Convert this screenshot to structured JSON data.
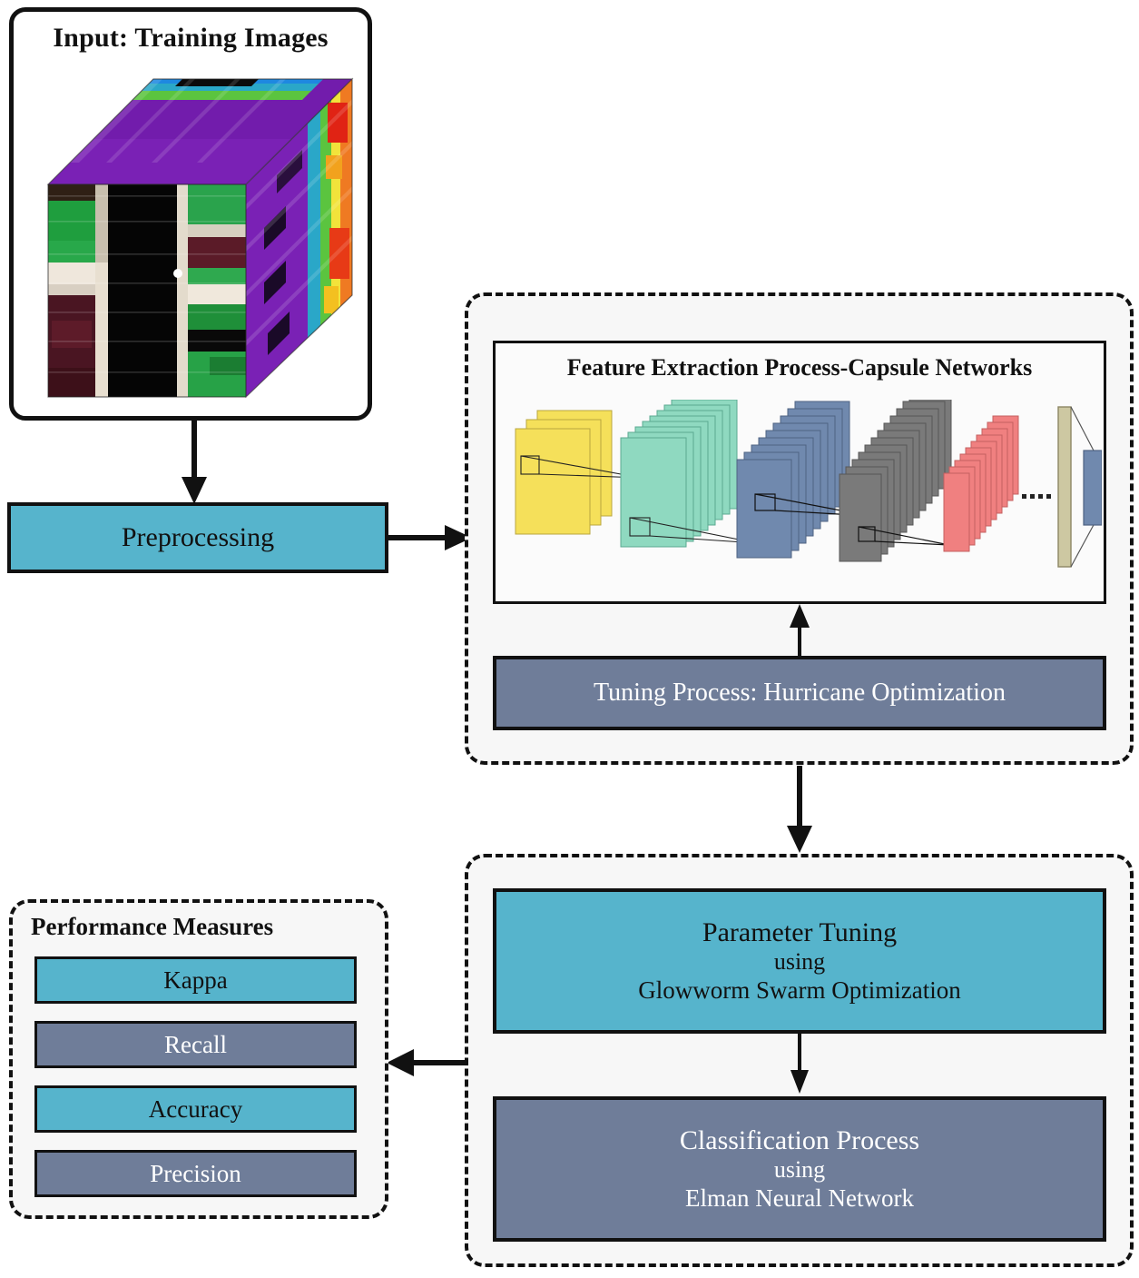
{
  "input": {
    "title": "Input: Training Images",
    "image_name": "hyperspectral-data-cube"
  },
  "preprocessing": {
    "label": "Preprocessing"
  },
  "feature_extraction": {
    "title": "Feature Extraction Process-Capsule Networks",
    "dots": "••••",
    "layers": [
      {
        "name": "input-layer-stack",
        "color": "#f5e05a",
        "count": 3
      },
      {
        "name": "conv-layer-stack",
        "color": "#8fd9c0",
        "count": 8
      },
      {
        "name": "primary-caps-stack",
        "color": "#7089ae",
        "count": 9
      },
      {
        "name": "digit-caps-stack",
        "color": "#7a7a7a",
        "count": 12
      },
      {
        "name": "feature-map-stack",
        "color": "#f08080",
        "count": 10
      },
      {
        "name": "flatten-layer",
        "color": "#cdc8a2",
        "count": 1
      },
      {
        "name": "output-layer",
        "color": "#7089ae",
        "count": 1
      }
    ],
    "tuning": {
      "label": "Tuning Process:  Hurricane Optimization"
    }
  },
  "parameter_tuning": {
    "line1": "Parameter Tuning",
    "line2": "using",
    "line3": "Glowworm Swarm Optimization"
  },
  "classification": {
    "line1": "Classification Process",
    "line2": "using",
    "line3": "Elman Neural Network"
  },
  "performance_measures": {
    "title": "Performance Measures",
    "items": [
      {
        "label": "Kappa",
        "style": "teal"
      },
      {
        "label": "Recall",
        "style": "slate"
      },
      {
        "label": "Accuracy",
        "style": "teal"
      },
      {
        "label": "Precision",
        "style": "slate"
      }
    ]
  },
  "colors": {
    "teal": "#56b4cc",
    "slate": "#6f7d99",
    "border": "#111111",
    "panel_bg": "#f7f7f7"
  },
  "arrows": [
    {
      "name": "arrow-input-to-preprocessing",
      "direction": "down"
    },
    {
      "name": "arrow-preprocessing-to-feature-extraction",
      "direction": "right"
    },
    {
      "name": "arrow-tuning-to-network",
      "direction": "up"
    },
    {
      "name": "arrow-feature-extraction-to-parameter-tuning",
      "direction": "down"
    },
    {
      "name": "arrow-parameter-tuning-to-classification",
      "direction": "down"
    },
    {
      "name": "arrow-classification-to-performance",
      "direction": "left"
    }
  ]
}
